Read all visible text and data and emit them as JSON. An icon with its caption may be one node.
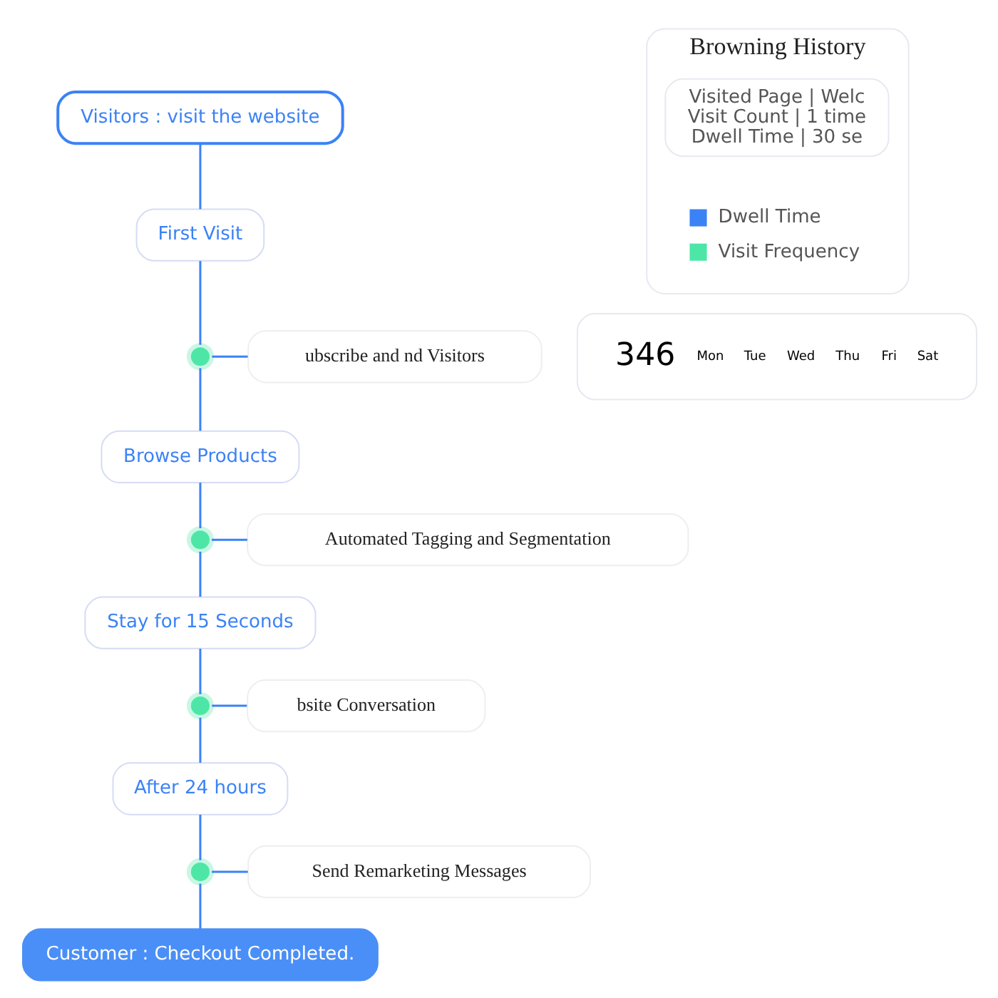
{
  "diagram": {
    "nodes": [
      {
        "text": [
          "Visitors : visit the website"
        ]
      },
      {
        "text": [
          "First Visit"
        ]
      },
      {
        "text": [],
        "shape": "circle"
      },
      {
        "text": [
          "ubscribe and nd Visitors"
        ]
      },
      {
        "text": [
          "Browse Products"
        ]
      },
      {
        "text": [],
        "shape": "circle"
      },
      {
        "text": [
          "Automated Tagging and Segmentation"
        ]
      },
      {
        "text": [
          "Stay for 15 Seconds"
        ]
      },
      {
        "text": [],
        "shape": "circle"
      },
      {
        "text": [
          "bsite Conversation"
        ]
      },
      {
        "text": [
          "After 24 hours"
        ]
      },
      {
        "text": [],
        "shape": "circle"
      },
      {
        "text": [
          "Send Remarketing Messages"
        ]
      },
      {
        "text": [
          "Customer : Checkout Completed."
        ]
      },
      {
        "text": [
          "Browning History"
        ]
      },
      {
        "text": [
          "Visited Page | Welc",
          "Visit Count | 1 time",
          "Dwell Time | 30 se"
        ],
        "in": 14
      }
    ],
    "edges": [
      {
        "from": 0,
        "to": 1,
        "arrow": "none"
      },
      {
        "from": 1,
        "to": 2,
        "arrow": "none"
      },
      {
        "from": 2,
        "to": 3,
        "arrow": "none"
      },
      {
        "from": 2,
        "to": 4,
        "arrow": "none"
      },
      {
        "from": 4,
        "to": 5,
        "arrow": "none"
      },
      {
        "from": 5,
        "to": 6,
        "arrow": "none"
      },
      {
        "from": 5,
        "to": 7,
        "arrow": "none"
      },
      {
        "from": 7,
        "to": 8,
        "arrow": "none"
      },
      {
        "from": 8,
        "to": 9,
        "arrow": "none"
      },
      {
        "from": 8,
        "to": 10,
        "arrow": "none"
      },
      {
        "from": 10,
        "to": 11,
        "arrow": "none"
      },
      {
        "from": 11,
        "to": 12,
        "arrow": "none"
      },
      {
        "from": 11,
        "to": 13,
        "arrow": "none"
      }
    ],
    "labels": [
      "346",
      "Mon",
      "Tue",
      "Wed",
      "Thu",
      "Fri",
      "Sat"
    ],
    "legend": [
      {
        "text": "Dwell Time",
        "color": "#3b82f6"
      },
      {
        "text": "Visit Frequency",
        "color": "#4ee6a6"
      }
    ]
  }
}
